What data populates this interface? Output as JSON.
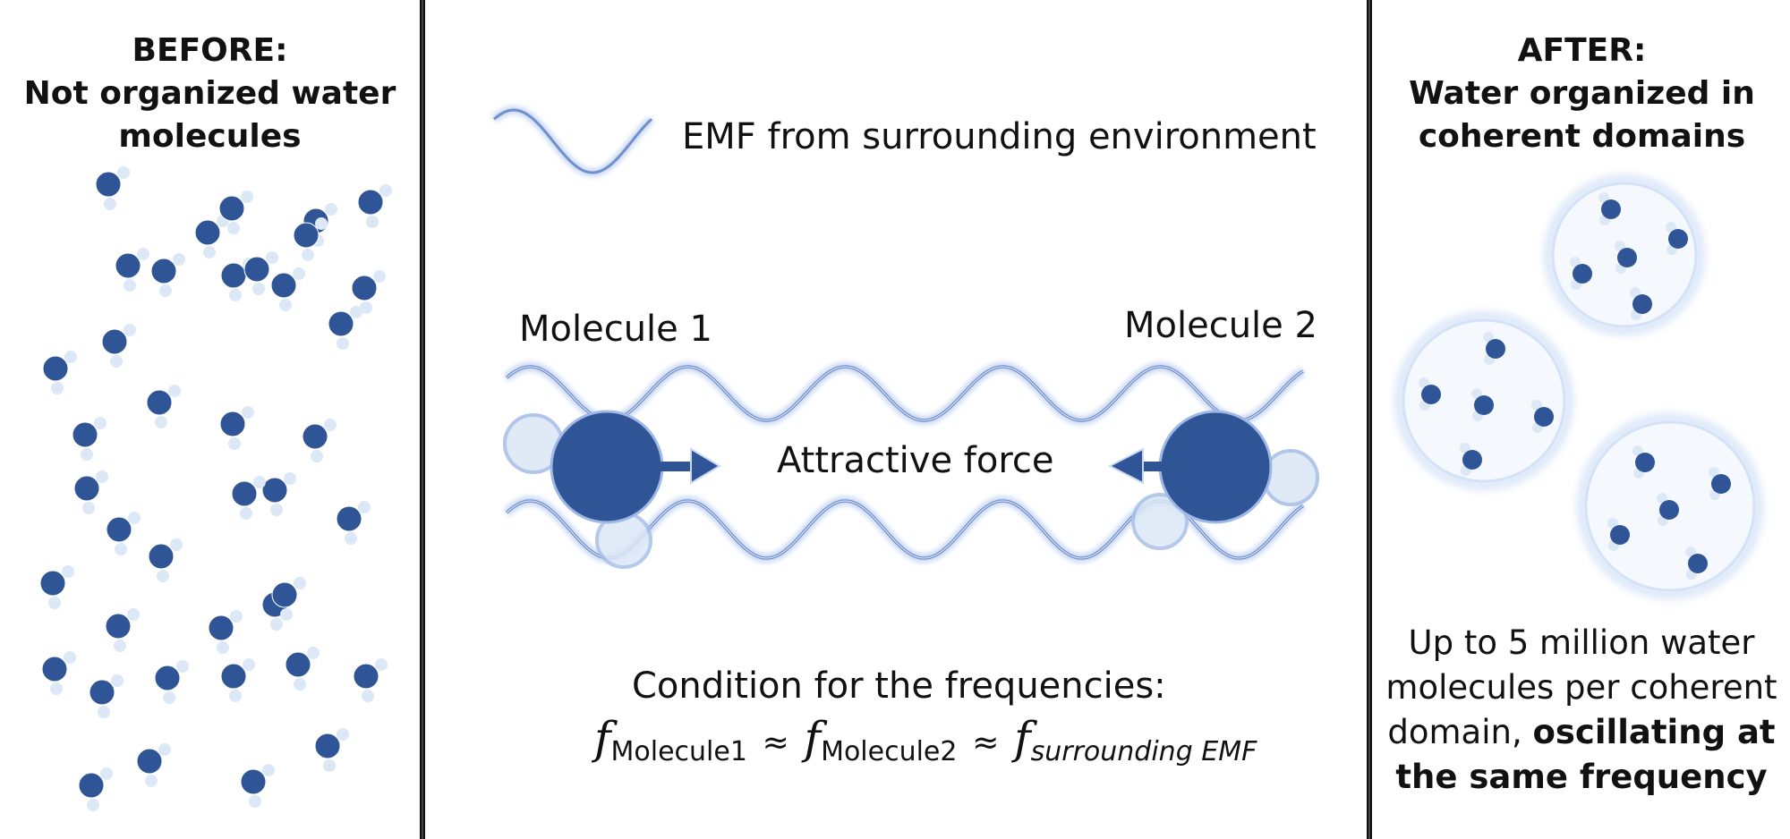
{
  "before_panel": {
    "title_line1": "BEFORE:",
    "title_line2": "Not organized water",
    "title_line3": "molecules"
  },
  "middle_panel": {
    "legend_label": "EMF from surrounding environment",
    "molecule1_label": "Molecule 1",
    "molecule2_label": "Molecule 2",
    "force_label": "Attractive force",
    "condition_label": "Condition for the frequencies:",
    "formula": {
      "symbol": "f",
      "sub1": "Molecule1",
      "sub2": "Molecule2",
      "sub3": "surrounding EMF",
      "approx": "≈"
    }
  },
  "after_panel": {
    "title_line1": "AFTER:",
    "title_line2": "Water organized in",
    "title_line3": "coherent domains",
    "caption_line1": "Up to 5 million water",
    "caption_line2": "molecules per coherent",
    "caption_line3_normal": "domain, ",
    "caption_line3_bold": "oscillating at",
    "caption_line4_bold": "the same frequency"
  },
  "colors": {
    "oxygen": "#2f5597",
    "hydrogen": "#dce8f6",
    "wave": "#6f8fcf",
    "wave_glow": "#c9d8f3",
    "domain_fill": "#f5f9fd",
    "domain_edge": "#d4e2f7",
    "divider": "#444444"
  },
  "icons": {
    "legend_wave": "sine-wave-icon",
    "arrow_right": "arrow-right-icon",
    "arrow_left": "arrow-left-icon"
  }
}
